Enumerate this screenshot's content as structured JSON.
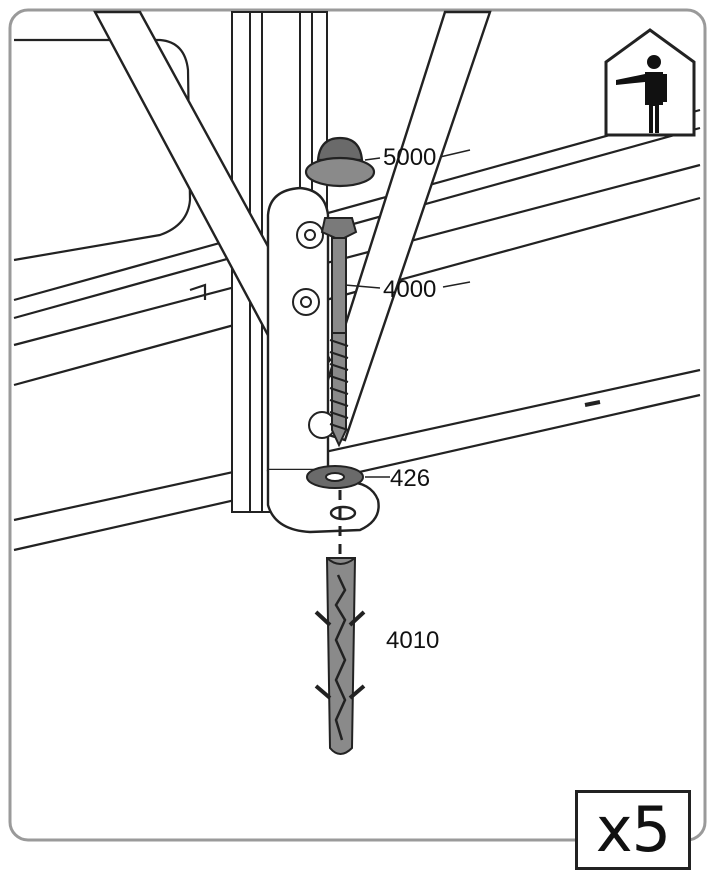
{
  "instruction": {
    "icon": "indoor-person-icon",
    "quantity": "x5",
    "parts": [
      {
        "id": "cap",
        "label": "5000"
      },
      {
        "id": "screw",
        "label": "4000"
      },
      {
        "id": "washer",
        "label": "426"
      },
      {
        "id": "wall-plug",
        "label": "4010"
      }
    ]
  },
  "colors": {
    "line": "#222222",
    "part_fill": "#8a8a8a",
    "part_dark": "#5f5f5f",
    "frame": "#ffffff"
  }
}
